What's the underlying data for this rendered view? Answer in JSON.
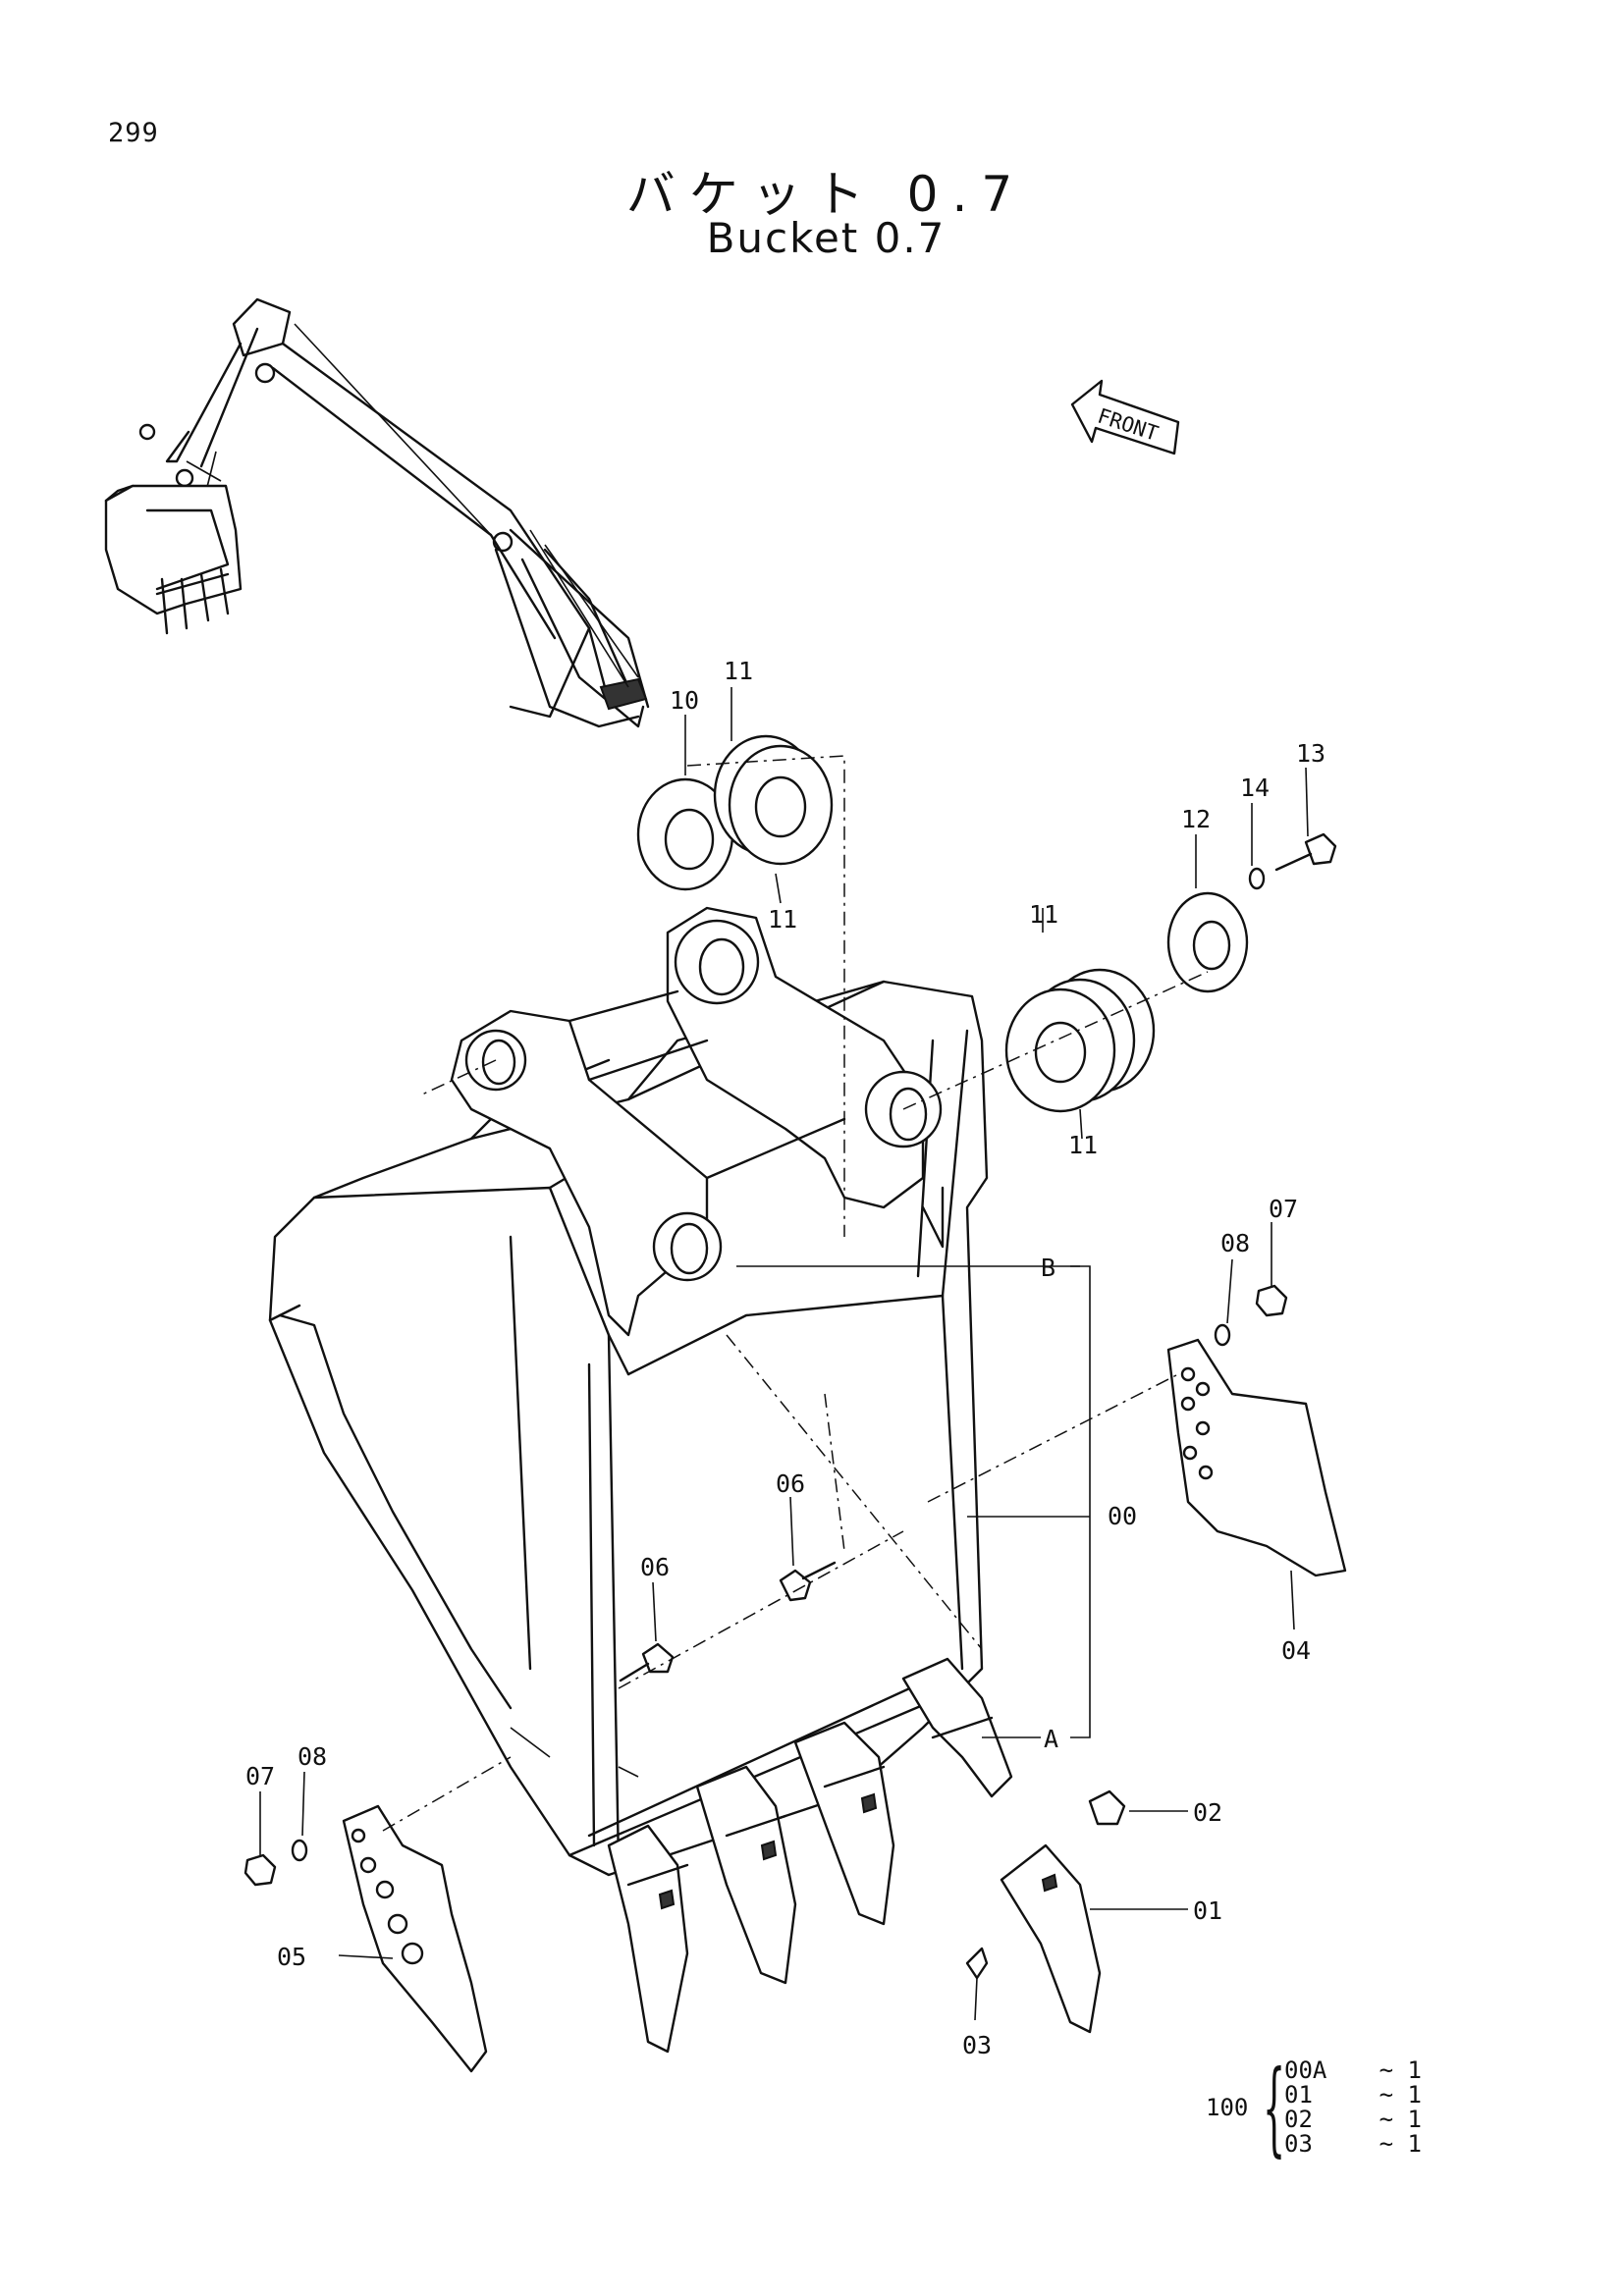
{
  "page_number": "299",
  "title_jp": "バケット 0.7",
  "title_en": "Bucket 0.7",
  "front_arrow": "FRONT",
  "part_labels": {
    "p00": "00",
    "p01": "01",
    "p02": "02",
    "p03": "03",
    "p04": "04",
    "p05": "05",
    "p06a": "06",
    "p06b": "06",
    "p07a": "07",
    "p07b": "07",
    "p08a": "08",
    "p08b": "08",
    "p10": "10",
    "p11a": "11",
    "p11b": "11",
    "p11c": "11",
    "p11d": "11",
    "p12": "12",
    "p13": "13",
    "p14": "14"
  },
  "reference_marks": {
    "a": "A",
    "b": "B"
  },
  "kit": {
    "number": "100",
    "items": [
      {
        "code": "00A",
        "qty": "~ 1"
      },
      {
        "code": "01",
        "qty": "~ 1"
      },
      {
        "code": "02",
        "qty": "~ 1"
      },
      {
        "code": "03",
        "qty": "~ 1"
      }
    ]
  }
}
